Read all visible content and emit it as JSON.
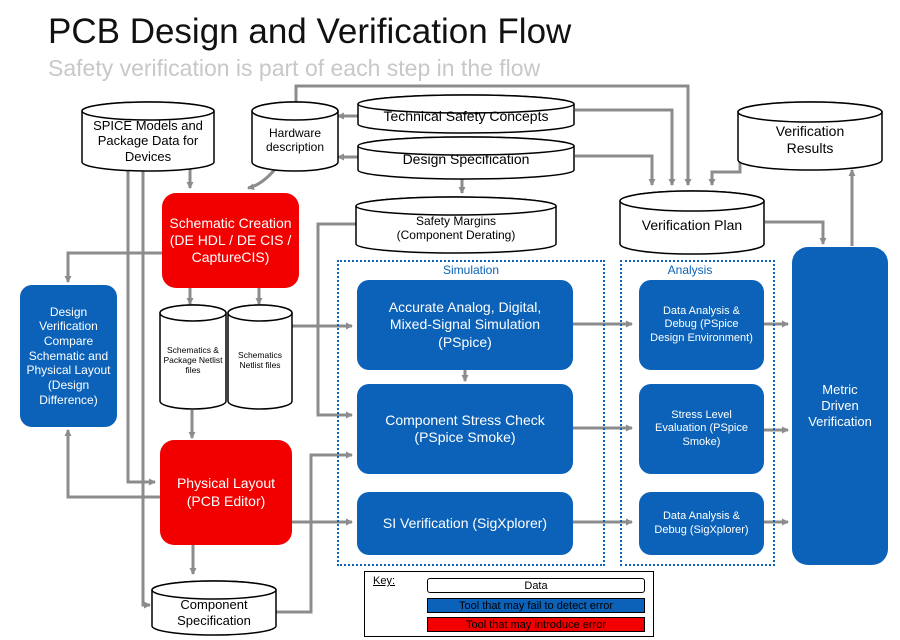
{
  "title": "PCB Design and Verification Flow",
  "subtitle": "Safety verification is part of each step in the flow",
  "data_stores": {
    "spice_models": "SPICE Models and Package Data for Devices",
    "hardware_description": "Hardware description",
    "technical_safety": "Technical Safety Concepts",
    "design_spec": "Design Specification",
    "safety_margins": "Safety Margins (Component Derating)",
    "verification_plan": "Verification Plan",
    "verification_results": "Verification Results",
    "schem_pkg_netlist": "Schematics & Package Netlist files",
    "schem_netlist": "Schematics Netlist files",
    "component_spec": "Component Specification"
  },
  "red_tools": {
    "schematic_creation": "Schematic Creation (DE HDL / DE CIS / CaptureCIS)",
    "physical_layout": "Physical Layout (PCB Editor)"
  },
  "blue_tools": {
    "design_verification": "Design Verification Compare Schematic and Physical Layout (Design Difference)",
    "accurate_sim": "Accurate Analog, Digital, Mixed-Signal Simulation (PSpice)",
    "stress_check": "Component Stress Check (PSpice Smoke)",
    "si_verification": "SI Verification (SigXplorer)",
    "data_analysis_1": "Data Analysis & Debug (PSpice Design Environment)",
    "stress_eval": "Stress Level Evaluation (PSpice Smoke)",
    "data_analysis_2": "Data Analysis & Debug (SigXplorer)",
    "metric_driven": "Metric Driven Verification"
  },
  "groups": {
    "simulation": "Simulation",
    "analysis": "Analysis"
  },
  "key": {
    "label": "Key:",
    "data": "Data",
    "blue": "Tool that may fail to detect error",
    "red": "Tool that may introduce error"
  },
  "colors": {
    "red_tool": "#f20000",
    "blue_tool": "#0b62b8",
    "arrow": "#8c8c8c",
    "subtitle": "#c8c8c8"
  }
}
